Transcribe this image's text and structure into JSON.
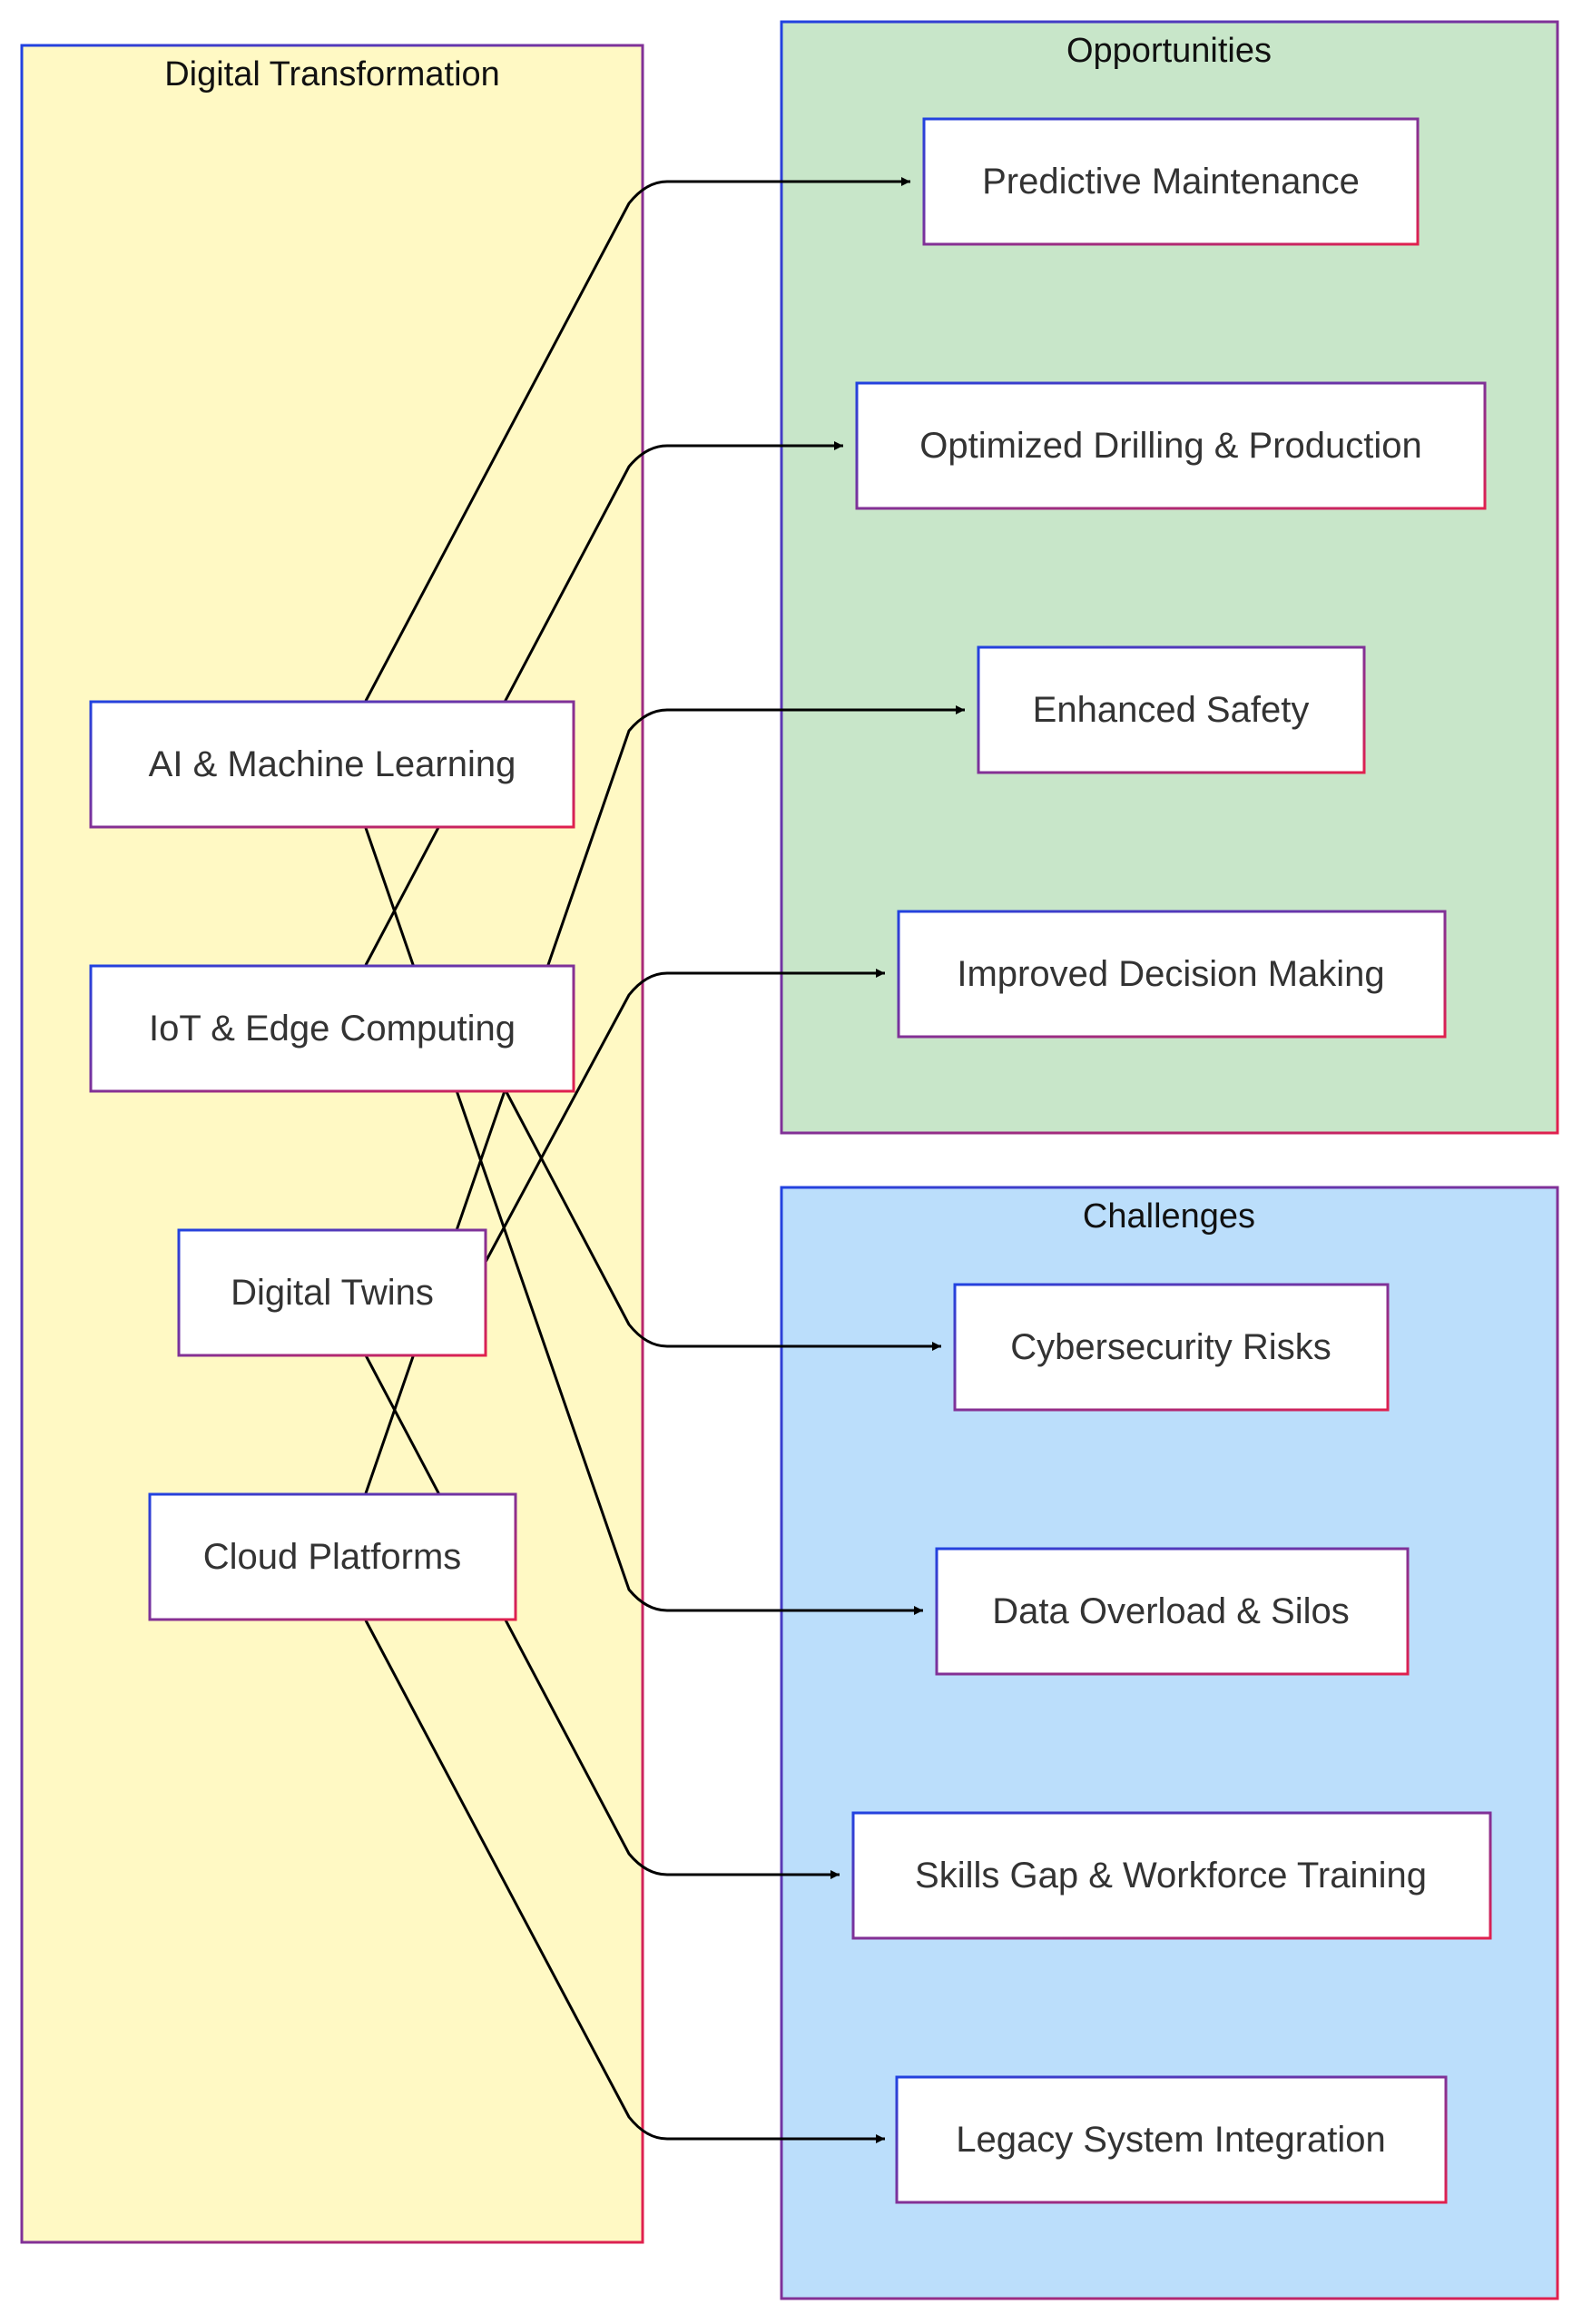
{
  "clusters": {
    "digital": {
      "title": "Digital Transformation",
      "fill": "#fff9c4"
    },
    "opportunities": {
      "title": "Opportunities",
      "fill": "#c8e6c9"
    },
    "challenges": {
      "title": "Challenges",
      "fill": "#bbdefb"
    }
  },
  "sources": [
    {
      "id": "ai",
      "label": "AI & Machine Learning"
    },
    {
      "id": "iot",
      "label": "IoT & Edge Computing"
    },
    {
      "id": "twins",
      "label": "Digital Twins"
    },
    {
      "id": "cloud",
      "label": "Cloud Platforms"
    }
  ],
  "opportunities": [
    {
      "id": "pm",
      "label": "Predictive Maintenance"
    },
    {
      "id": "od",
      "label": "Optimized Drilling & Production"
    },
    {
      "id": "es",
      "label": "Enhanced Safety"
    },
    {
      "id": "idm",
      "label": "Improved Decision Making"
    }
  ],
  "challenges": [
    {
      "id": "cr",
      "label": "Cybersecurity Risks"
    },
    {
      "id": "do",
      "label": "Data Overload & Silos"
    },
    {
      "id": "sg",
      "label": "Skills Gap & Workforce Training"
    },
    {
      "id": "lsi",
      "label": "Legacy System Integration"
    }
  ],
  "edges": [
    {
      "from": "ai",
      "to": "pm"
    },
    {
      "from": "ai",
      "to": "do"
    },
    {
      "from": "iot",
      "to": "od"
    },
    {
      "from": "iot",
      "to": "cr"
    },
    {
      "from": "twins",
      "to": "idm"
    },
    {
      "from": "twins",
      "to": "sg"
    },
    {
      "from": "cloud",
      "to": "es"
    },
    {
      "from": "cloud",
      "to": "lsi"
    }
  ],
  "colors": {
    "border_start": "#2142e0",
    "border_end": "#e0204e",
    "node_fill": "#ffffff",
    "edge": "#000000"
  }
}
